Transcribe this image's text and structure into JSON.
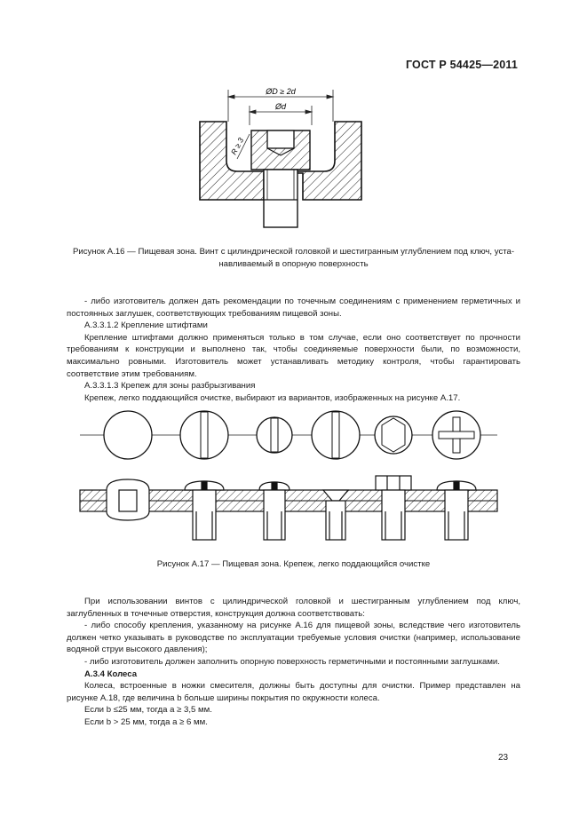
{
  "header": {
    "doc_code": "ГОСТ Р 54425—2011"
  },
  "fig16": {
    "dim_outer": "ØD ≥ 2d",
    "dim_inner": "Ød",
    "dim_radius": "R ≥ 3",
    "caption_line1": "Рисунок  А.16 — Пищевая зона. Винт с цилиндрической головкой и шестигранным углублением под ключ, уста-",
    "caption_line2": "навливаемый в опорную поверхность"
  },
  "body1": {
    "p1": "- либо изготовитель должен дать рекомендации по точечным соединениям с применением герметичных и постоянных заглушек, соответствующих требованиям пищевой зоны.",
    "h1": "А.3.3.1.2  Крепление штифтами",
    "p2": "Крепление штифтами должно применяться только в том случае, если оно соответствует по прочности требованиям к конструкции и выполнено так, чтобы соединяемые поверхности были, по возможности, максимально ровными. Изготовитель может устанавливать методику контроля, чтобы гарантировать соответствие этим требованиям.",
    "h2": "А.3.3.1.3  Крепеж для зоны разбрызгивания",
    "p3": "Крепеж, легко поддающийся очистке, выбирают из вариантов, изображенных на рисунке А.17."
  },
  "fig17": {
    "caption": "Рисунок  А.17 — Пищевая зона. Крепеж, легко поддающийся очистке"
  },
  "body2": {
    "p1": "При использовании винтов с цилиндрической головкой и шестигранным углублением под ключ, заглубленных в точечные отверстия, конструкция должна соответствовать:",
    "p2": "- либо способу крепления, указанному на рисунке А.16 для пищевой зоны, вследствие чего изготовитель должен четко указывать в руководстве по эксплуатации требуемые условия очистки (например, использование водяной струи высокого давления);",
    "p3": "- либо изготовитель должен заполнить опорную поверхность герметичными и постоянными заглушками.",
    "h1": "А.3.4  Колеса",
    "p4": "Колеса, встроенные в ножки смесителя, должны быть доступны для очистки. Пример представлен на рисунке А.18, где величина b больше ширины покрытия по окружности колеса.",
    "cond1": "Если b ≤25 мм, тогда a ≥ 3,5 мм.",
    "cond2": "Если b > 25 мм, тогда a ≥ 6 мм."
  },
  "page_number": "23"
}
